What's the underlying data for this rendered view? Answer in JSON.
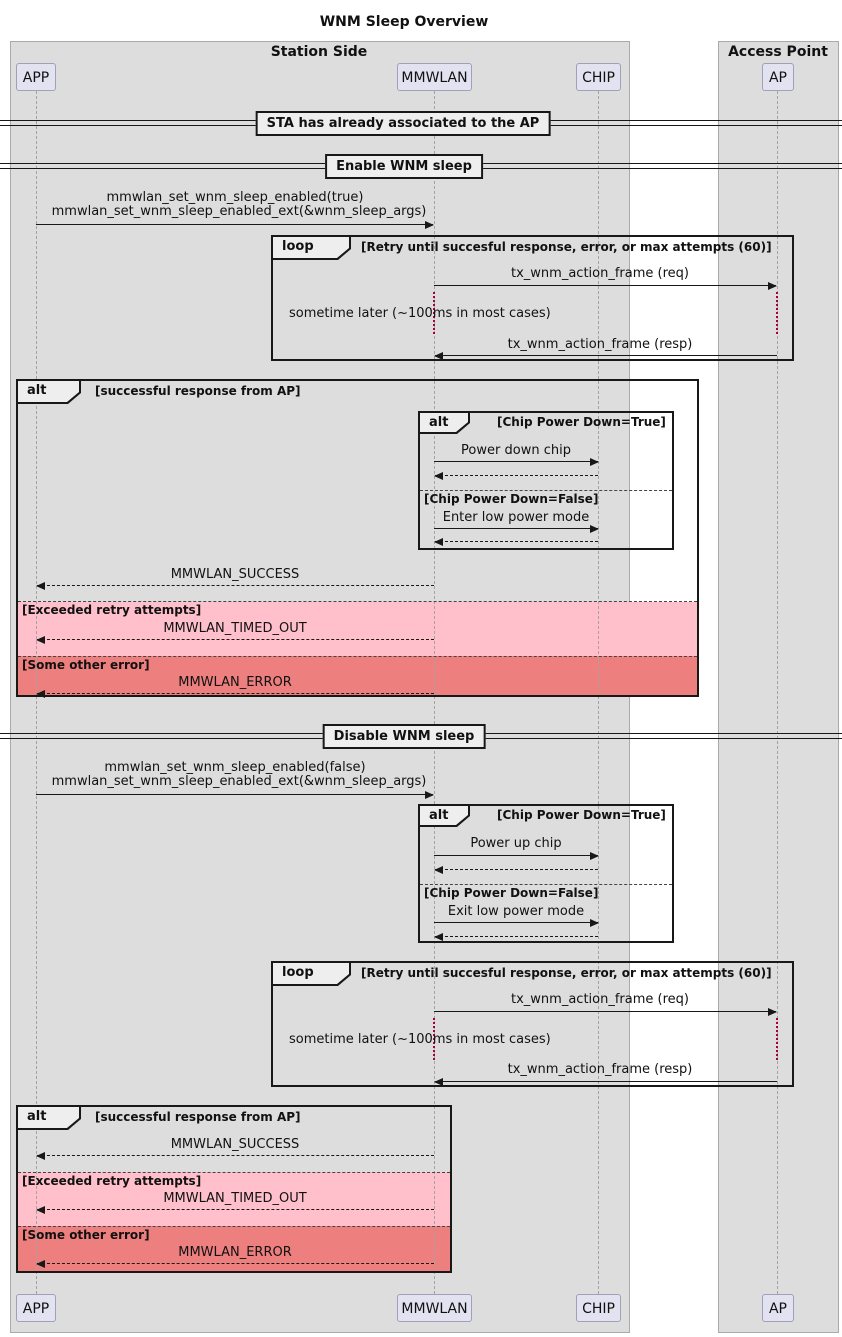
{
  "title": "WNM Sleep Overview",
  "groups": {
    "station": "Station Side",
    "access_point": "Access Point"
  },
  "participants": [
    "APP",
    "MMWLAN",
    "CHIP",
    "AP"
  ],
  "dividers": {
    "associated": "STA has already associated to the AP",
    "enable": "Enable WNM sleep",
    "disable": "Disable WNM sleep"
  },
  "enable": {
    "call": {
      "line1": "mmwlan_set_wnm_sleep_enabled(true)",
      "line2": "mmwlan_set_wnm_sleep_enabled_ext(&wnm_sleep_args)"
    },
    "loop": {
      "keyword": "loop",
      "condition": "[Retry until succesful response, error, or max attempts (60)]",
      "req": "tx_wnm_action_frame (req)",
      "delay": "sometime later (~100ms in most cases)",
      "resp": "tx_wnm_action_frame (resp)"
    },
    "alt": {
      "keyword": "alt",
      "cond_success": "[successful response from AP]",
      "inner": {
        "keyword": "alt",
        "cond_true": "[Chip Power Down=True]",
        "msg_true": "Power down chip",
        "cond_false": "[Chip Power Down=False]",
        "msg_false": "Enter low power mode"
      },
      "msg_success": "MMWLAN_SUCCESS",
      "cond_timeout": "[Exceeded retry attempts]",
      "msg_timeout": "MMWLAN_TIMED_OUT",
      "cond_error": "[Some other error]",
      "msg_error": "MMWLAN_ERROR"
    }
  },
  "disable": {
    "call": {
      "line1": "mmwlan_set_wnm_sleep_enabled(false)",
      "line2": "mmwlan_set_wnm_sleep_enabled_ext(&wnm_sleep_args)"
    },
    "alt_chip": {
      "keyword": "alt",
      "cond_true": "[Chip Power Down=True]",
      "msg_true": "Power up chip",
      "cond_false": "[Chip Power Down=False]",
      "msg_false": "Exit low power mode"
    },
    "loop": {
      "keyword": "loop",
      "condition": "[Retry until succesful response, error, or max attempts (60)]",
      "req": "tx_wnm_action_frame (req)",
      "delay": "sometime later (~100ms in most cases)",
      "resp": "tx_wnm_action_frame (resp)"
    },
    "alt": {
      "keyword": "alt",
      "cond_success": "[successful response from AP]",
      "msg_success": "MMWLAN_SUCCESS",
      "cond_timeout": "[Exceeded retry attempts]",
      "msg_timeout": "MMWLAN_TIMED_OUT",
      "cond_error": "[Some other error]",
      "msg_error": "MMWLAN_ERROR"
    }
  },
  "colors": {
    "section_pink": "#FFC0CB",
    "section_red": "#EE7F7F",
    "group_fill": "#DDDDDD",
    "participant_fill": "#E2E2F0",
    "delay_dots": "#A80036",
    "frame_border": "#181818"
  }
}
